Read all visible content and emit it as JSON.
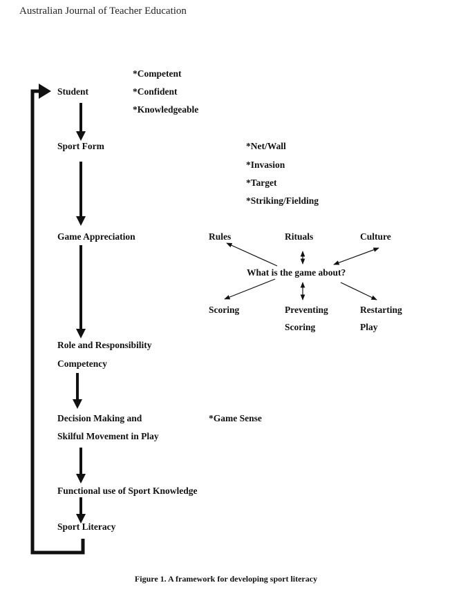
{
  "header": {
    "journal": "Australian Journal of Teacher Education"
  },
  "stages": {
    "student": "Student",
    "sport_form": "Sport Form",
    "game_appreciation": "Game Appreciation",
    "role_line1": "Role and Responsibility",
    "role_line2": "Competency",
    "decision_line1": "Decision Making and",
    "decision_line2": "Skilful Movement in Play",
    "functional": "Functional use of Sport Knowledge",
    "literacy": "Sport Literacy"
  },
  "student_attributes": [
    "*Competent",
    "*Confident",
    "*Knowledgeable"
  ],
  "sport_forms": [
    "*Net/Wall",
    "*Invasion",
    "*Target",
    "*Striking/Fielding"
  ],
  "game_web": {
    "center": "What is the game about?",
    "rules": "Rules",
    "rituals": "Rituals",
    "culture": "Culture",
    "scoring": "Scoring",
    "preventing_line1": "Preventing",
    "preventing_line2": "Scoring",
    "restarting_line1": "Restarting",
    "restarting_line2": "Play"
  },
  "decision_note": "*Game Sense",
  "caption": "Figure 1. A framework for developing sport literacy"
}
